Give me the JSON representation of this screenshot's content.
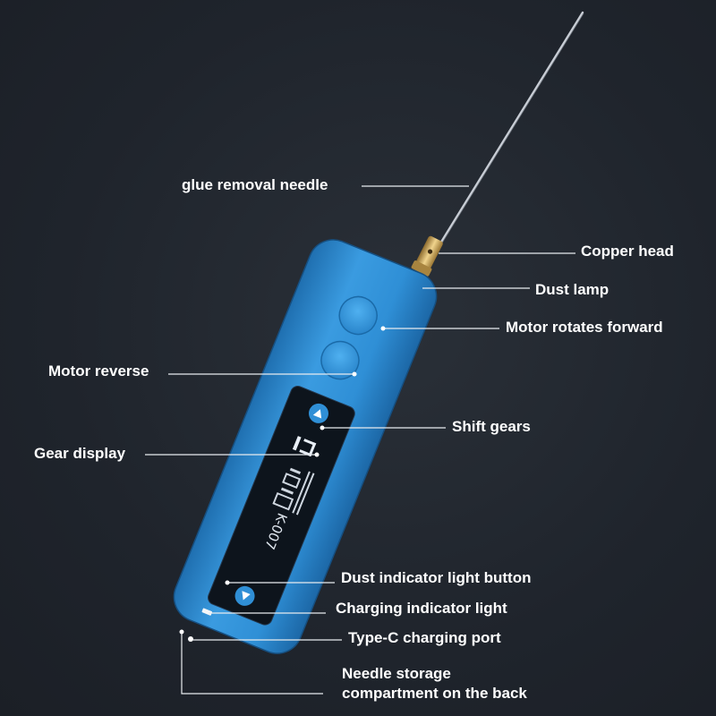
{
  "product": {
    "model": "K-007",
    "body_color": "#2f8fd6",
    "panel_color": "#0d141c",
    "accent_color": "#ffffff",
    "brass_color": "#c9a45a"
  },
  "labels": {
    "needle": "glue removal needle",
    "copper_head": "Copper head",
    "dust_lamp": "Dust lamp",
    "motor_forward": "Motor rotates forward",
    "motor_reverse": "Motor reverse",
    "shift_gears": "Shift gears",
    "gear_display": "Gear display",
    "dust_button": "Dust indicator light button",
    "charging_light": "Charging indicator light",
    "type_c": "Type-C charging port",
    "needle_storage_line1": "Needle storage",
    "needle_storage_line2": "compartment on the back"
  }
}
